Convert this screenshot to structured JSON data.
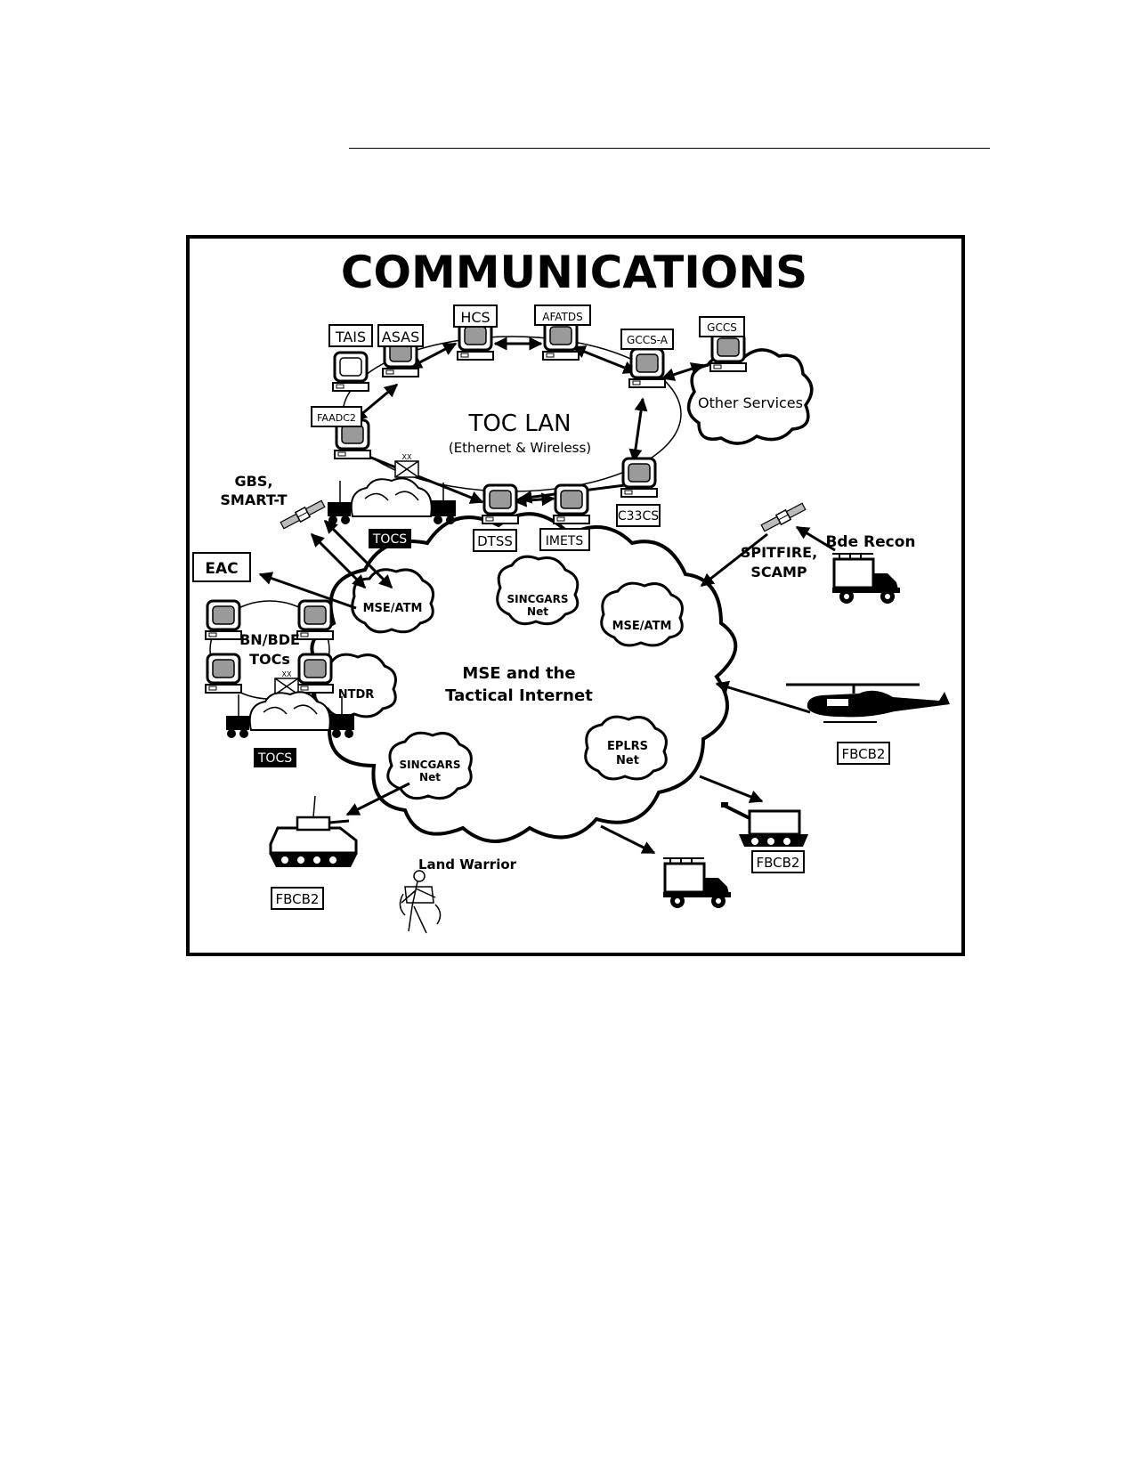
{
  "figure": {
    "title": "COMMUNICATIONS",
    "lan": {
      "name": "TOC LAN",
      "subtitle": "(Ethernet & Wireless)"
    },
    "lan_systems": [
      "TAIS",
      "ASAS",
      "HCS",
      "AFATDS",
      "GCCS-A",
      "GCCS",
      "FAADC2",
      "C33CS",
      "DTSS",
      "IMETS"
    ],
    "other_services": "Other Services",
    "satellite_left": {
      "line1": "GBS,",
      "line2": "SMART-T"
    },
    "satellite_right": {
      "line1": "SPITFIRE,",
      "line2": "SCAMP"
    },
    "bde_recon": "Bde Recon",
    "eac": "EAC",
    "bn_bde": {
      "line1": "BN/BDE",
      "line2": "TOCs"
    },
    "tocs_badge": "TOCS",
    "main_cloud": {
      "line1": "MSE and the",
      "line2": "Tactical Internet"
    },
    "sub_clouds": {
      "mse_atm": "MSE/ATM",
      "sincgars": "SINCGARS",
      "net": "Net",
      "ntdr": "NTDR",
      "eplrs": "EPLRS"
    },
    "land_warrior": "Land Warrior",
    "fbcb2": "FBCB2"
  },
  "icons": [
    "computer-terminal-icon",
    "satellite-icon",
    "tactical-operations-center-icon",
    "truck-icon",
    "helicopter-icon",
    "tank-icon",
    "howitzer-icon",
    "soldier-icon",
    "unit-symbol-icon"
  ]
}
